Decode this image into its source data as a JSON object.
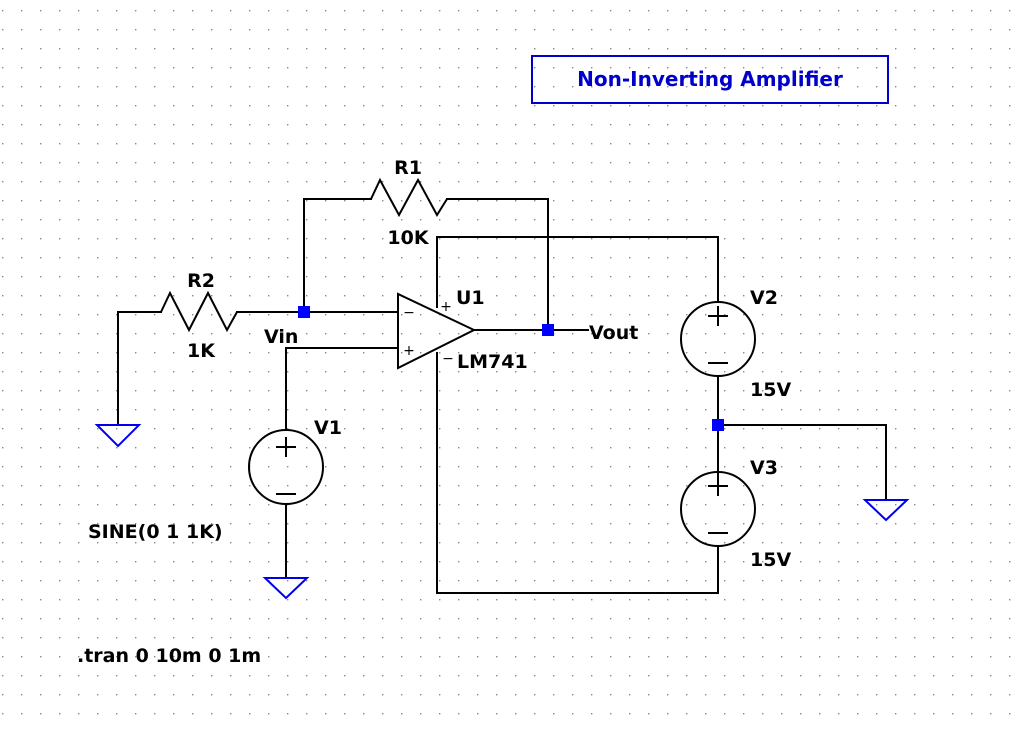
{
  "diagram": {
    "title": "Non-Inverting Amplifier",
    "colors": {
      "wire": "#000000",
      "ground": "#0000ee",
      "junction": "#0000ff",
      "title": "#0000cc",
      "grid_dot": "#888888",
      "background": "#ffffff"
    },
    "components": {
      "r1": {
        "ref": "R1",
        "value": "10K"
      },
      "r2": {
        "ref": "R2",
        "value": "1K"
      },
      "u1": {
        "ref": "U1",
        "value": "LM741",
        "pin_inv": "−",
        "pin_noninv": "+",
        "pin_vplus": "+",
        "pin_vminus": "−"
      },
      "v1": {
        "ref": "V1",
        "value": "SINE(0 1 1K)"
      },
      "v2": {
        "ref": "V2",
        "value": "15V"
      },
      "v3": {
        "ref": "V3",
        "value": "15V"
      }
    },
    "nets": {
      "vin": "Vin",
      "vout": "Vout"
    },
    "directive": ".tran 0 10m 0 1m",
    "source_plus": "+",
    "source_minus": "−"
  }
}
